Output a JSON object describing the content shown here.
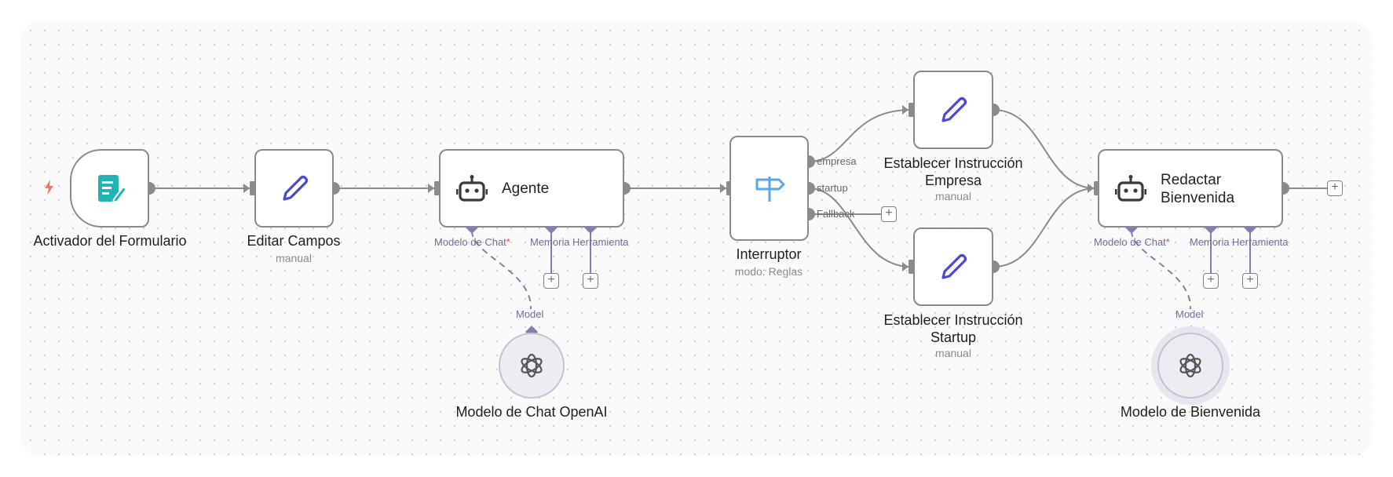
{
  "nodes": {
    "form_trigger": {
      "title": "Activador del Formulario"
    },
    "edit_fields": {
      "title": "Editar Campos",
      "subtitle": "manual"
    },
    "agent": {
      "label": "Agente",
      "ports": {
        "chat_model": "Modelo de Chat",
        "memory": "Memoria",
        "tool": "Herramienta"
      }
    },
    "openai_model": {
      "title": "Modelo de Chat OpenAI",
      "port": "Model"
    },
    "switch": {
      "title": "Interruptor",
      "subtitle": "modo: Reglas",
      "outputs": [
        "empresa",
        "startup",
        "Fallback"
      ]
    },
    "set_empresa": {
      "title_line1": "Establecer Instrucción",
      "title_line2": "Empresa",
      "subtitle": "manual"
    },
    "set_startup": {
      "title_line1": "Establecer Instrucción",
      "title_line2": "Startup",
      "subtitle": "manual"
    },
    "welcome": {
      "label_line1": "Redactar",
      "label_line2": "Bienvenida",
      "ports": {
        "chat_model": "Modelo de Chat",
        "memory": "Memoria",
        "tool": "Herramienta"
      }
    },
    "welcome_model": {
      "title": "Modelo de Bienvenida",
      "port": "Model"
    }
  },
  "required_mark": "*",
  "add_symbol": "+",
  "colors": {
    "edge": "#8b8b8e",
    "port_diamond": "#8080b0",
    "trigger_accent": "#ef7a60",
    "form_icon": "#22b4b4",
    "pencil_icon": "#4a4ad0",
    "switch_icon": "#5aa6e8",
    "robot_icon": "#3a3a3a"
  },
  "icons": {
    "trigger": "lightning-bolt-icon",
    "form": "form-document-icon",
    "edit": "pencil-icon",
    "agent": "robot-icon",
    "switch": "signpost-icon",
    "model": "openai-logo-icon"
  }
}
